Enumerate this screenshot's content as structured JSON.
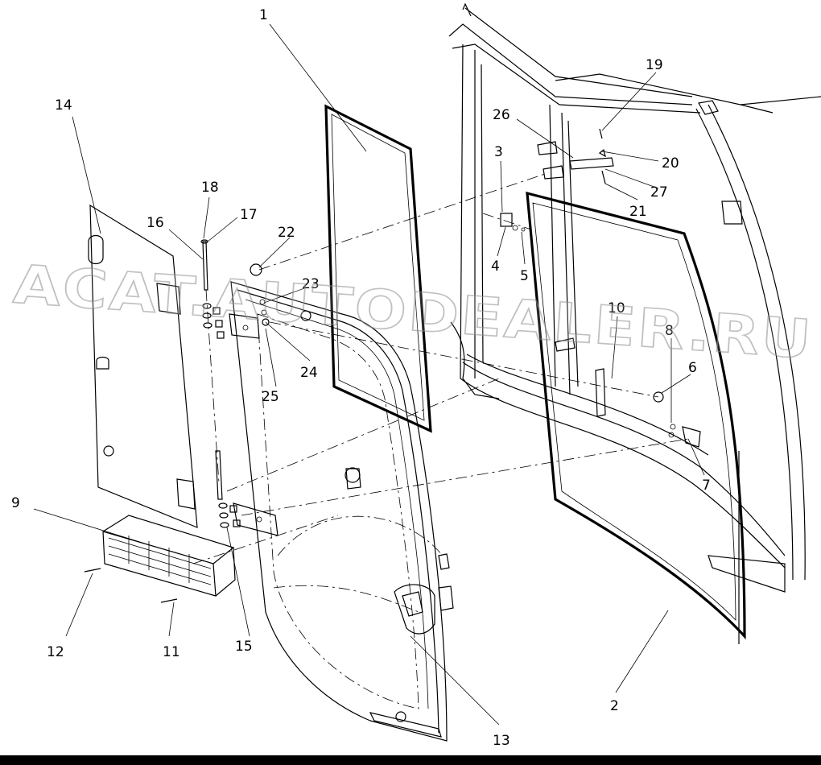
{
  "diagram": {
    "callouts": [
      "1",
      "2",
      "3",
      "4",
      "5",
      "6",
      "7",
      "8",
      "9",
      "10",
      "11",
      "12",
      "13",
      "14",
      "15",
      "16",
      "17",
      "18",
      "19",
      "20",
      "21",
      "22",
      "23",
      "24",
      "25",
      "26",
      "27"
    ]
  },
  "watermark": {
    "text": "ACAT.AUTODEALER.RU"
  }
}
